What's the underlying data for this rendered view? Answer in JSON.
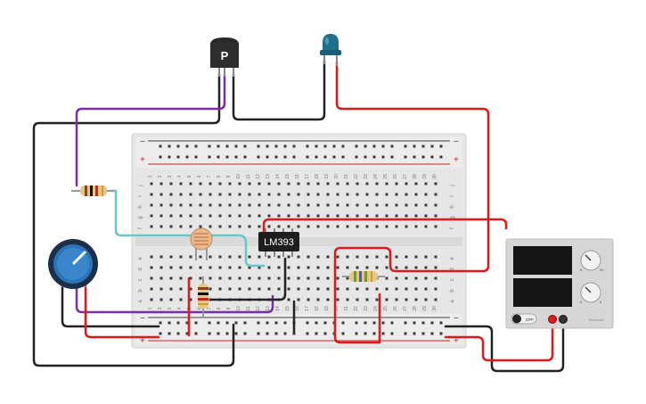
{
  "breadboard": {
    "columns": 30,
    "row_letters_top": [
      "j",
      "i",
      "h",
      "g",
      "f"
    ],
    "row_letters_bottom": [
      "e",
      "d",
      "c",
      "b",
      "a"
    ],
    "rail_plus": "+",
    "rail_minus": "−"
  },
  "chip": {
    "label": "LM393"
  },
  "transistor": {
    "label": "P"
  },
  "power_supply": {
    "off_label": "OFF",
    "knob_marks": [
      "0",
      "30",
      "0",
      "5"
    ],
    "brand": "Tinkercad"
  },
  "colors": {
    "wire_red": "#e0191c",
    "wire_black": "#222222",
    "wire_purple": "#7b2fa3",
    "wire_cyan": "#6cc5c8",
    "led_blue": "#1f6f8b",
    "board": "#e8e8e8",
    "rail_line_red": "#d42020",
    "rail_line_dark": "#444444"
  }
}
